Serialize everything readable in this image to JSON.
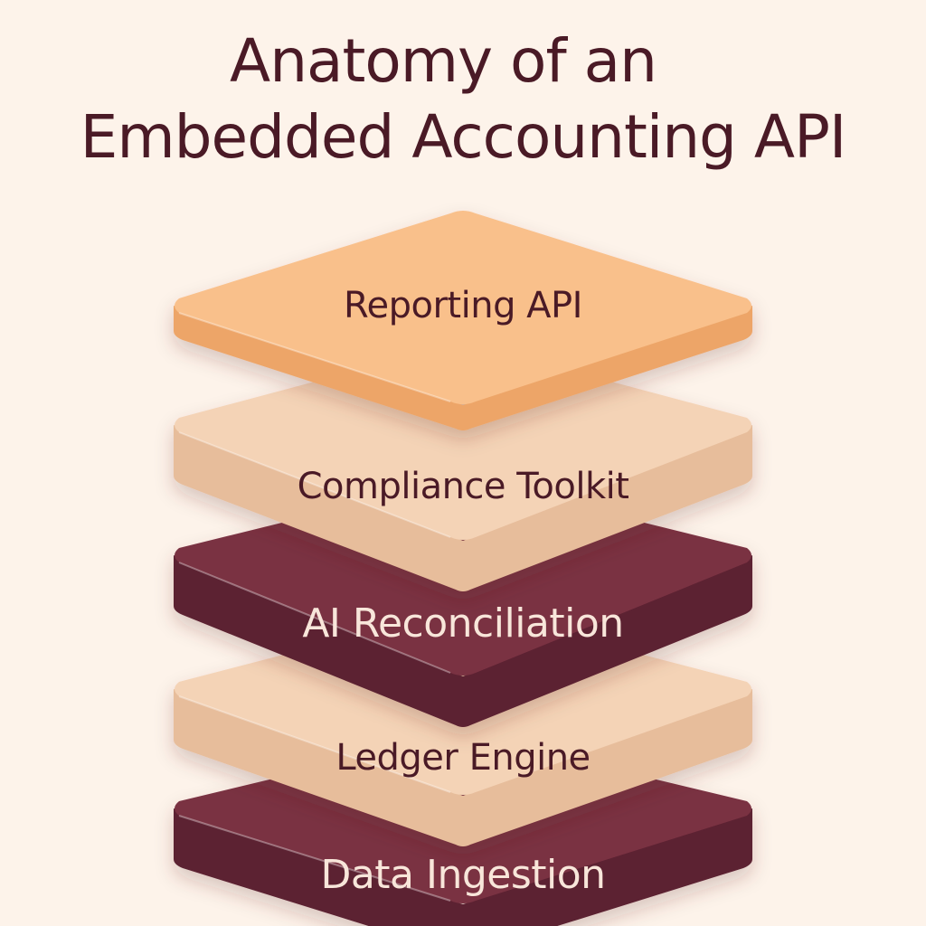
{
  "title": {
    "line1": "Anatomy of an",
    "line2": "Embedded Accounting API"
  },
  "layers": [
    {
      "label": "Reporting API",
      "top": "#f9c08b",
      "side": "#eda568",
      "text": "#4a1a26"
    },
    {
      "label": "Compliance Toolkit",
      "top": "#f4d3b6",
      "side": "#e7bd9b",
      "text": "#4a1a26"
    },
    {
      "label": "AI Reconciliation",
      "top": "#7a3343",
      "side": "#5c2030",
      "text": "#f8e6da"
    },
    {
      "label": "Ledger Engine",
      "top": "#f4d3b6",
      "side": "#e7bd9b",
      "text": "#4a1a26"
    },
    {
      "label": "Data Ingestion",
      "top": "#7a3343",
      "side": "#5c2030",
      "text": "#f8e6da"
    }
  ]
}
